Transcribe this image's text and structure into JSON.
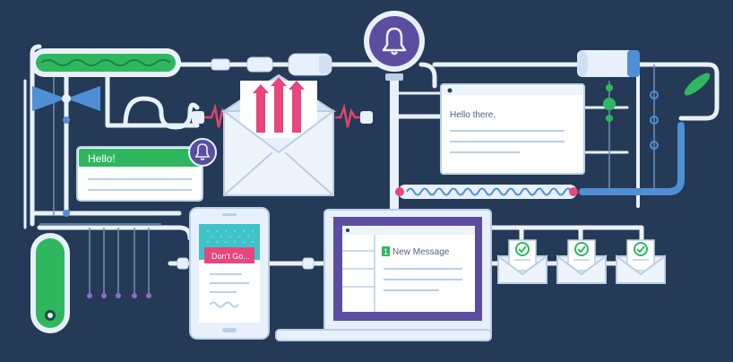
{
  "canvas": {
    "background": "#243a56"
  },
  "colors": {
    "pipe": "#e8f1fb",
    "pipe_shade": "#b9cfe6",
    "accent_blue": "#4f8fd6",
    "green": "#2fb760",
    "pink": "#e8467c",
    "purple": "#5b4ea0",
    "teal": "#3fc4c9",
    "red_signal": "#e0456b"
  },
  "bell_badge": {
    "icon": "bell-icon"
  },
  "hello_card": {
    "title": "Hello!"
  },
  "email_window": {
    "greeting": "Hello there,"
  },
  "phone": {
    "banner": "Don't Go..."
  },
  "laptop": {
    "badge_count": "1",
    "title": "New Message"
  },
  "envelopes": [
    {
      "icon": "check-icon"
    },
    {
      "icon": "check-icon"
    },
    {
      "icon": "check-icon"
    }
  ]
}
